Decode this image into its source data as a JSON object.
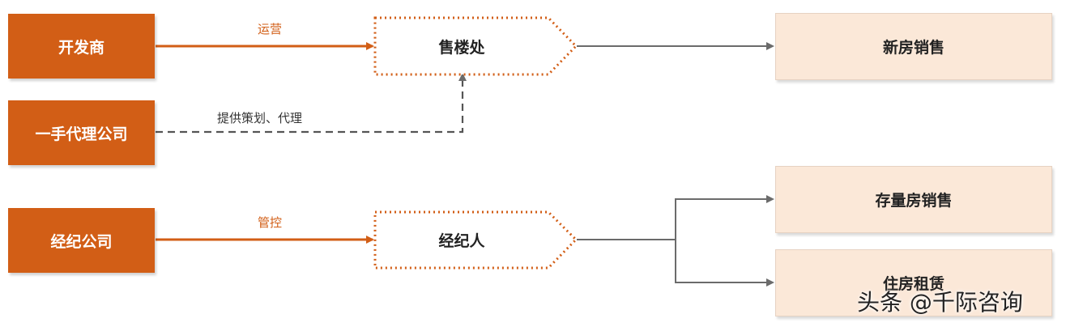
{
  "nodes": {
    "developer": "开发商",
    "first_hand_agency": "一手代理公司",
    "brokerage_company": "经纪公司",
    "sales_office": "售楼处",
    "broker": "经纪人",
    "new_home_sales": "新房销售",
    "existing_home_sales": "存量房销售",
    "housing_rental": "住房租赁"
  },
  "edge_labels": {
    "operate": "运营",
    "planning_agency": "提供策划、代理",
    "manage_control": "管控"
  },
  "watermark": "头条 @千际咨询",
  "colors": {
    "source_fill": "#d25e16",
    "target_fill": "#fbe8d8",
    "dotted_outline": "#d25e16",
    "connector_gray": "#6b6b6b"
  }
}
